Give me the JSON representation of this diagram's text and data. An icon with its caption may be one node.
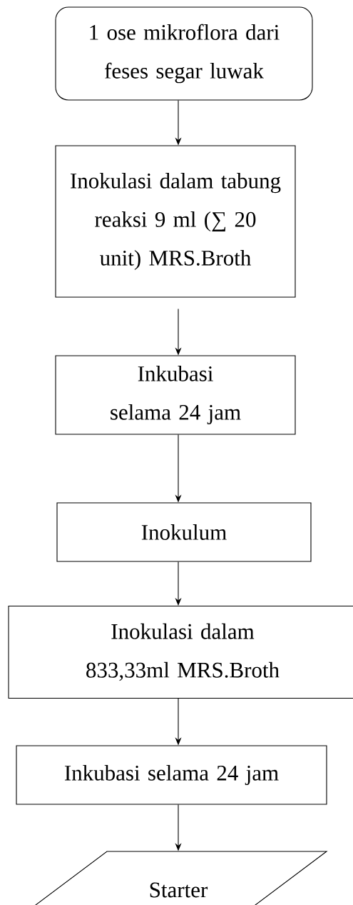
{
  "diagram": {
    "nodes": [
      {
        "text": [
          "1 ose mikroflora dari feses segar luwak"
        ]
      },
      {
        "text": [
          "Inokulasi dalam tabung reaksi 9 ml (∑ 20 unit) MRS.Broth"
        ]
      },
      {
        "text": [
          "Inkubasi selama 24 jam"
        ]
      },
      {
        "text": [
          "Inokulum"
        ]
      },
      {
        "text": [
          "Inokulasi dalam 833,33ml MRS.Broth"
        ]
      },
      {
        "text": [
          "Inkubasi selama 24 jam"
        ]
      },
      {
        "text": [
          "Starter"
        ]
      }
    ],
    "edges": [
      {
        "from": 0,
        "to": 1,
        "arrow": "to"
      },
      {
        "from": 1,
        "to": 2,
        "arrow": "to"
      },
      {
        "from": 2,
        "to": 3,
        "arrow": "to"
      },
      {
        "from": 3,
        "to": 4,
        "arrow": "to"
      },
      {
        "from": 4,
        "to": 5,
        "arrow": "to"
      },
      {
        "from": 5,
        "to": 6,
        "arrow": "to"
      }
    ]
  }
}
